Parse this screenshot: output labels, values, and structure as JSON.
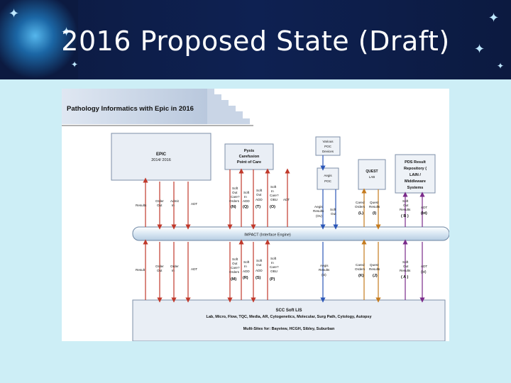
{
  "slide": {
    "title": "2016 Proposed State (Draft)"
  },
  "diagram": {
    "banner": "Pathology Informatics with Epic in 2016",
    "epic": {
      "line1": "EPIC",
      "line2": "2014/ 2016"
    },
    "pyxis": {
      "line1": "Pyxis",
      "line2": "Carefusion",
      "line3": "Point of Care"
    },
    "various": {
      "line1": "Various",
      "line2": "POC",
      "line3": "Devices"
    },
    "aegis": {
      "line1": "Aegis",
      "line2": "POC"
    },
    "quest": {
      "line1": "QUEST",
      "line2": "LAB"
    },
    "pds": {
      "line1": "PDS Result",
      "line2": "Repository (",
      "line3": "LAIN /",
      "line4": "Middleware",
      "line5": "Systems"
    },
    "bus": "IMPACT (Interface Engine)",
    "scc": {
      "line1": "SCC Soft LIS",
      "line2": "Lab, Micro, Flow, TQC, Media, AR, Cytogenetics, Molecular, Surg Path, Cytology, Autopsy",
      "line3": "Multi-Sites for: Bayview, HCGH, Sibley, Suburban"
    },
    "top_labels": {
      "results": "Results",
      "order_out": [
        "Order",
        "Out"
      ],
      "admit_in": [
        "Admit",
        "In"
      ],
      "adt": "ADT",
      "soft_care_orders": [
        "Soft",
        "Out",
        "Care?",
        "Orders",
        "(N)"
      ],
      "soft_in_add": [
        "Soft",
        "In",
        "ADD",
        "(Q)"
      ],
      "soft_out_add": [
        "Soft",
        "Out",
        "ADD",
        "(T)"
      ],
      "soft_care_obu": [
        "Soft",
        "In",
        "Care?",
        "OBU",
        "(O)"
      ],
      "adt2": "ADT",
      "aegis_results": [
        "Aegis",
        "Results",
        "(Ov)"
      ],
      "soft_out": [
        "Soft",
        "Out"
      ],
      "cared_orders": [
        "Cared",
        "Orders",
        "(L)"
      ],
      "quest_results": [
        "Quest",
        "Results",
        "(I)"
      ],
      "soft_out_results": [
        "Soft",
        "Out",
        "Results",
        "( B )"
      ],
      "adt_bt": [
        "ADT",
        "(bt)"
      ]
    },
    "bottom_labels": {
      "result": "Result",
      "order_out": [
        "Order",
        "Out"
      ],
      "order_in": [
        "Order",
        "In"
      ],
      "adt": "ADT",
      "soft_care_orders": [
        "Soft",
        "Out",
        "Care?",
        "Orders",
        "(M)"
      ],
      "soft_in_add": [
        "Soft",
        "In",
        "ADD",
        "(R)"
      ],
      "soft_out_add": [
        "Soft",
        "Out",
        "ADD",
        "(S)"
      ],
      "soft_care_obu": [
        "Soft",
        "In",
        "Care?",
        "OBU",
        "(P)"
      ],
      "aegis_results": [
        "Aegis",
        "Results",
        "(st)"
      ],
      "cared_orders": [
        "Cared",
        "Orders",
        "(K)"
      ],
      "quest_results": [
        "Quest",
        "Results",
        "(J)"
      ],
      "soft_out_results": [
        "Soft",
        "Out",
        "Results",
        "( A )"
      ],
      "adt_bt": [
        "ADT",
        "(bt)"
      ]
    }
  }
}
